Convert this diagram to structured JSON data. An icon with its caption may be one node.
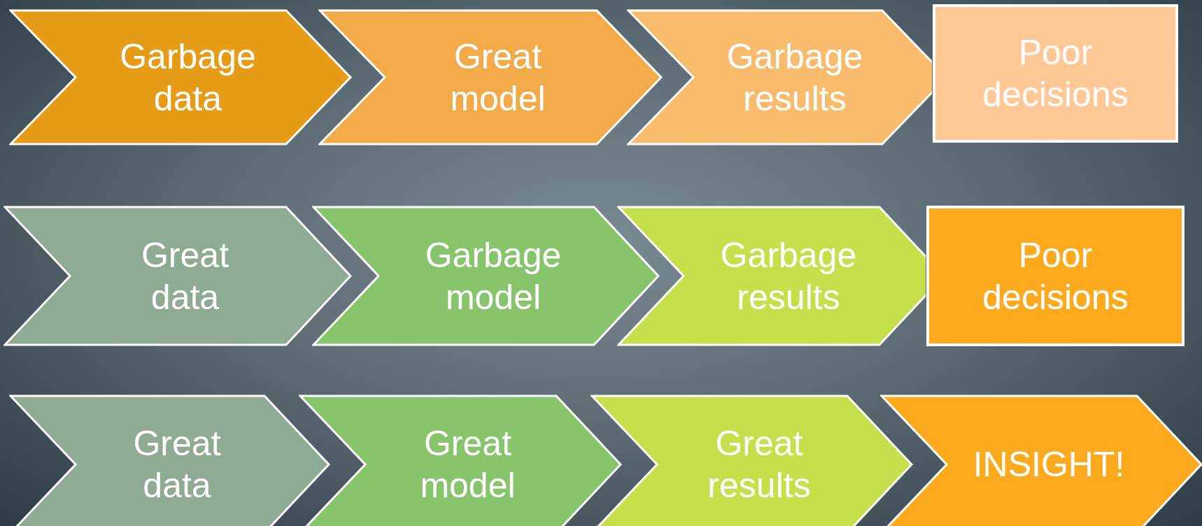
{
  "diagram": {
    "nodes": [
      {
        "text": [
          "Garbage data"
        ]
      },
      {
        "text": [
          "Great model"
        ]
      },
      {
        "text": [
          "Garbage results"
        ]
      },
      {
        "text": [
          "Poor decisions"
        ]
      },
      {
        "text": [
          "Great data"
        ]
      },
      {
        "text": [
          "Garbage model"
        ]
      },
      {
        "text": [
          "Garbage results"
        ]
      },
      {
        "text": [
          "Poor decisions"
        ]
      },
      {
        "text": [
          "Great data"
        ]
      },
      {
        "text": [
          "Great model"
        ]
      },
      {
        "text": [
          "Great results"
        ]
      },
      {
        "text": [
          "INSIGHT!"
        ]
      }
    ]
  }
}
